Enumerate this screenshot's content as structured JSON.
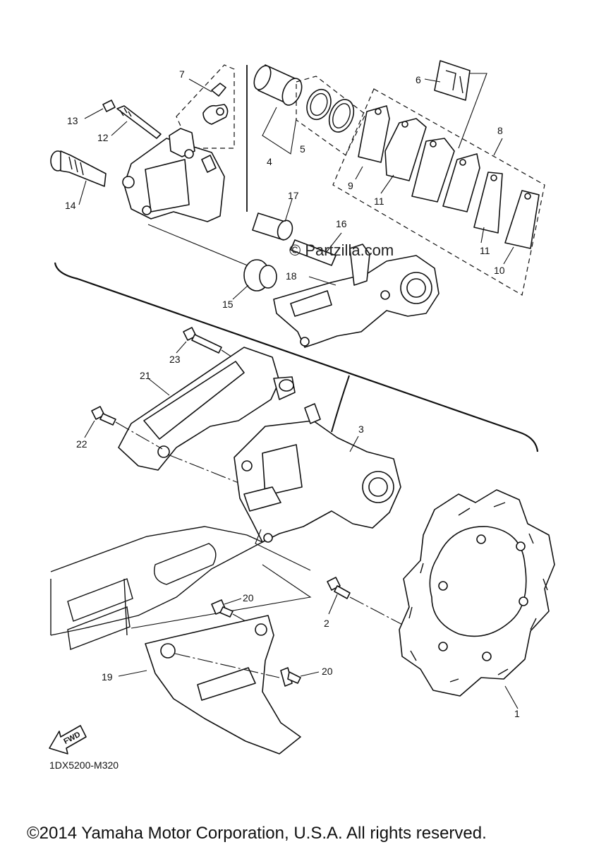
{
  "watermark": "© Partzilla.com",
  "diagram_code": "1DX5200-M320",
  "copyright": "©2014 Yamaha Motor Corporation, U.S.A. All rights reserved.",
  "fwd_label": "FWD",
  "callouts": {
    "c1": "1",
    "c2": "2",
    "c3": "3",
    "c4": "4",
    "c5": "5",
    "c6": "6",
    "c7": "7",
    "c8": "8",
    "c9": "9",
    "c10": "10",
    "c11a": "11",
    "c11b": "11",
    "c12": "12",
    "c13": "13",
    "c14": "14",
    "c15": "15",
    "c16": "16",
    "c17": "17",
    "c18": "18",
    "c19": "19",
    "c20a": "20",
    "c20b": "20",
    "c21": "21",
    "c22": "22",
    "c23": "23"
  }
}
